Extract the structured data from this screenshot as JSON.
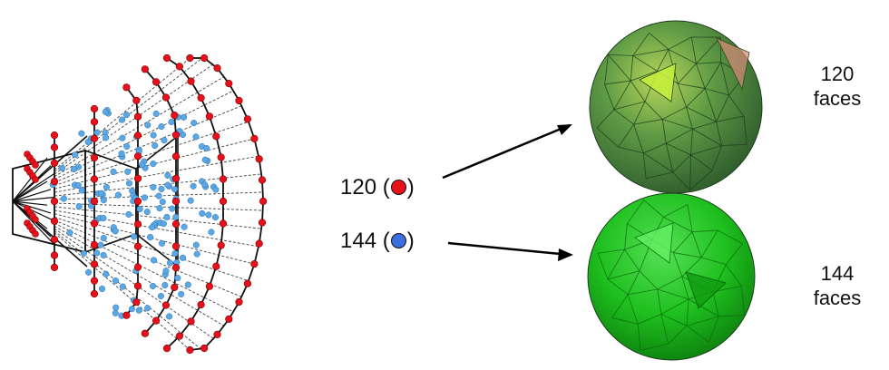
{
  "legend": {
    "red": {
      "count": "120",
      "open": "(",
      "close": ")",
      "color": "#e8101a"
    },
    "blue": {
      "count": "144",
      "open": "(",
      "close": ")",
      "color": "#3a6fe0"
    }
  },
  "polytopes": {
    "top": {
      "number": "120",
      "word": "faces",
      "color": "#4f8f3f"
    },
    "bottom": {
      "number": "144",
      "word": "faces",
      "color": "#22b022"
    }
  },
  "graph": {
    "vertex_red": "#e8101a",
    "vertex_blue": "#5aa8e6",
    "edge": "#111111"
  }
}
